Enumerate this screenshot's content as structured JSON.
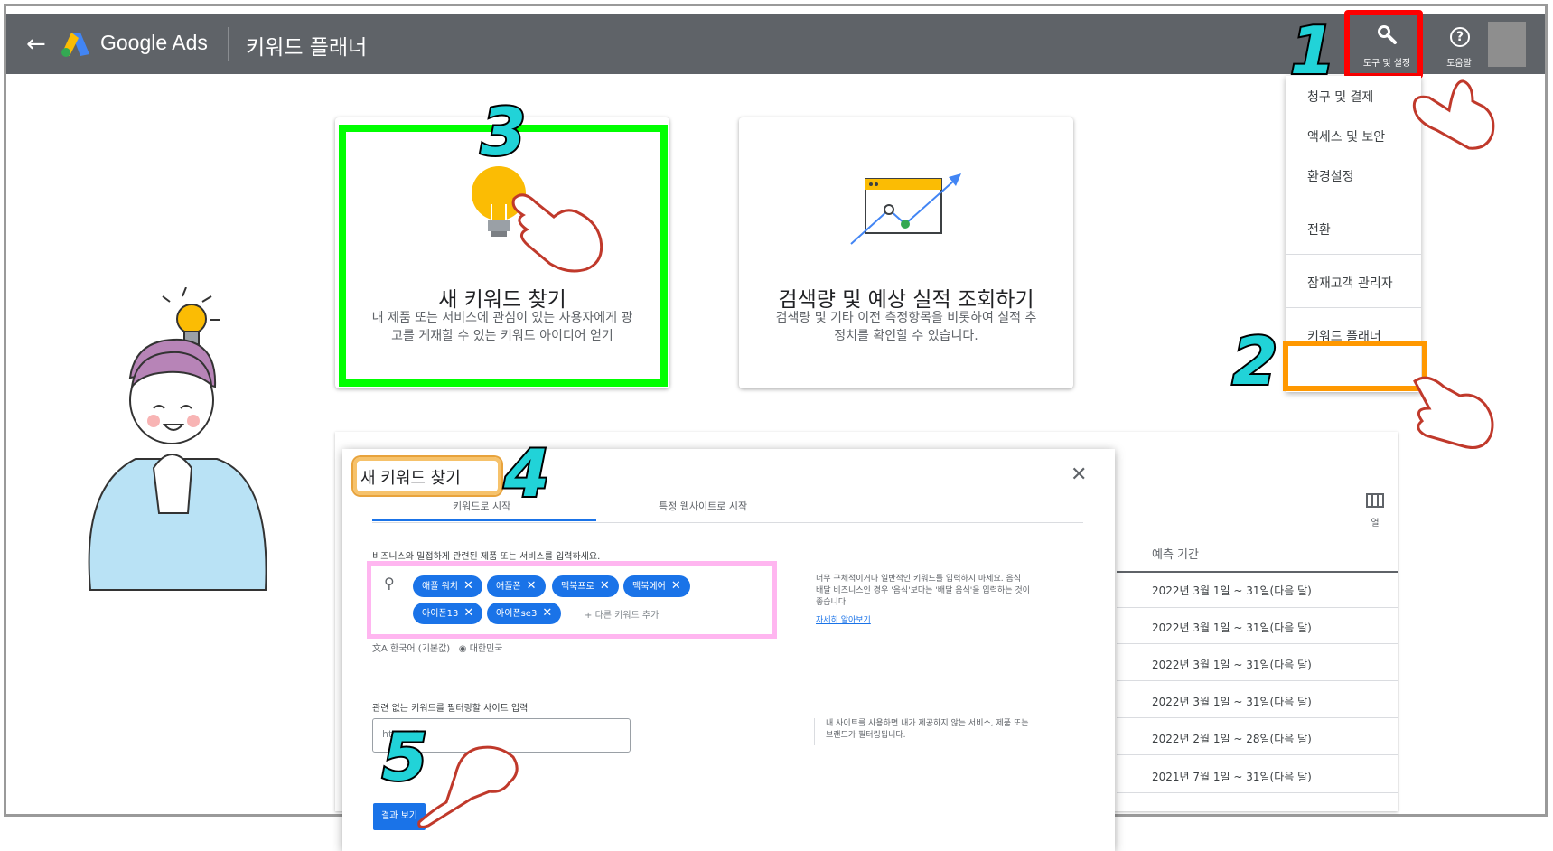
{
  "header": {
    "brand": "Google Ads",
    "page_title": "키워드 플래너",
    "tools_label": "도구 및 설정",
    "help_label": "도움말"
  },
  "tools_menu": {
    "items": [
      "청구 및 결제",
      "액세스 및 보안",
      "환경설정",
      "전환",
      "잠재고객 관리자",
      "키워드 플래너"
    ]
  },
  "cards": {
    "new_keywords": {
      "title": "새 키워드 찾기",
      "desc_line1": "내 제품 또는 서비스에 관심이 있는 사용자에게 광",
      "desc_line2": "고를 게재할 수 있는 키워드 아이디어 얻기"
    },
    "forecasts": {
      "title": "검색량 및 예상 실적 조회하기",
      "desc_line1": "검색량 및 기타 이전 측정항목을 비롯하여 실적 추",
      "desc_line2": "정치를 확인할 수 있습니다."
    }
  },
  "table": {
    "columns_label": "열",
    "forecast_header": "예측 기간",
    "periods": [
      "2022년 3월 1일 ~ 31일(다음 달)",
      "2022년 3월 1일 ~ 31일(다음 달)",
      "2022년 3월 1일 ~ 31일(다음 달)",
      "2022년 3월 1일 ~ 31일(다음 달)",
      "2022년 2월 1일 ~ 28일(다음 달)",
      "2021년 7월 1일 ~ 31일(다음 달)"
    ]
  },
  "dialog": {
    "title": "새 키워드 찾기",
    "tab_keywords": "키워드로 시작",
    "tab_website": "특정 웹사이트로 시작",
    "prompt": "비즈니스와 밀접하게 관련된 제품 또는 서비스를 입력하세요.",
    "chips": [
      "애플 워치",
      "애플폰",
      "맥북프로",
      "맥북에어",
      "아이폰13",
      "아이폰se3"
    ],
    "add_keyword_placeholder": "다른 키워드 추가",
    "language": "한국어 (기본값)",
    "location": "대한민국",
    "hint_line1": "너무 구체적이거나 일반적인 키워드를 입력하지 마세요. 음식",
    "hint_line2": "배달 비즈니스인 경우 '음식'보다는 '배달 음식'을 입력하는 것이",
    "hint_line3": "좋습니다.",
    "learn_more": "자세히 알아보기",
    "filter_label": "관련 없는 키워드를 필터링할 사이트 입력",
    "url_placeholder": "https://",
    "filter_hint_line1": "내 사이트를 사용하면 내가 제공하지 않는 서비스, 제품 또는",
    "filter_hint_line2": "브랜드가 필터링됩니다.",
    "results_button": "결과 보기"
  },
  "annotations": [
    "1",
    "2",
    "3",
    "4",
    "5"
  ],
  "colors": {
    "topbar": "#5f6368",
    "accent_blue": "#1a73e8",
    "callout_red": "#ff0000",
    "callout_orange": "#ff9800",
    "callout_green": "#00ff00",
    "callout_pink": "#ffb6f0",
    "numeral_cyan": "#21d3d8"
  }
}
